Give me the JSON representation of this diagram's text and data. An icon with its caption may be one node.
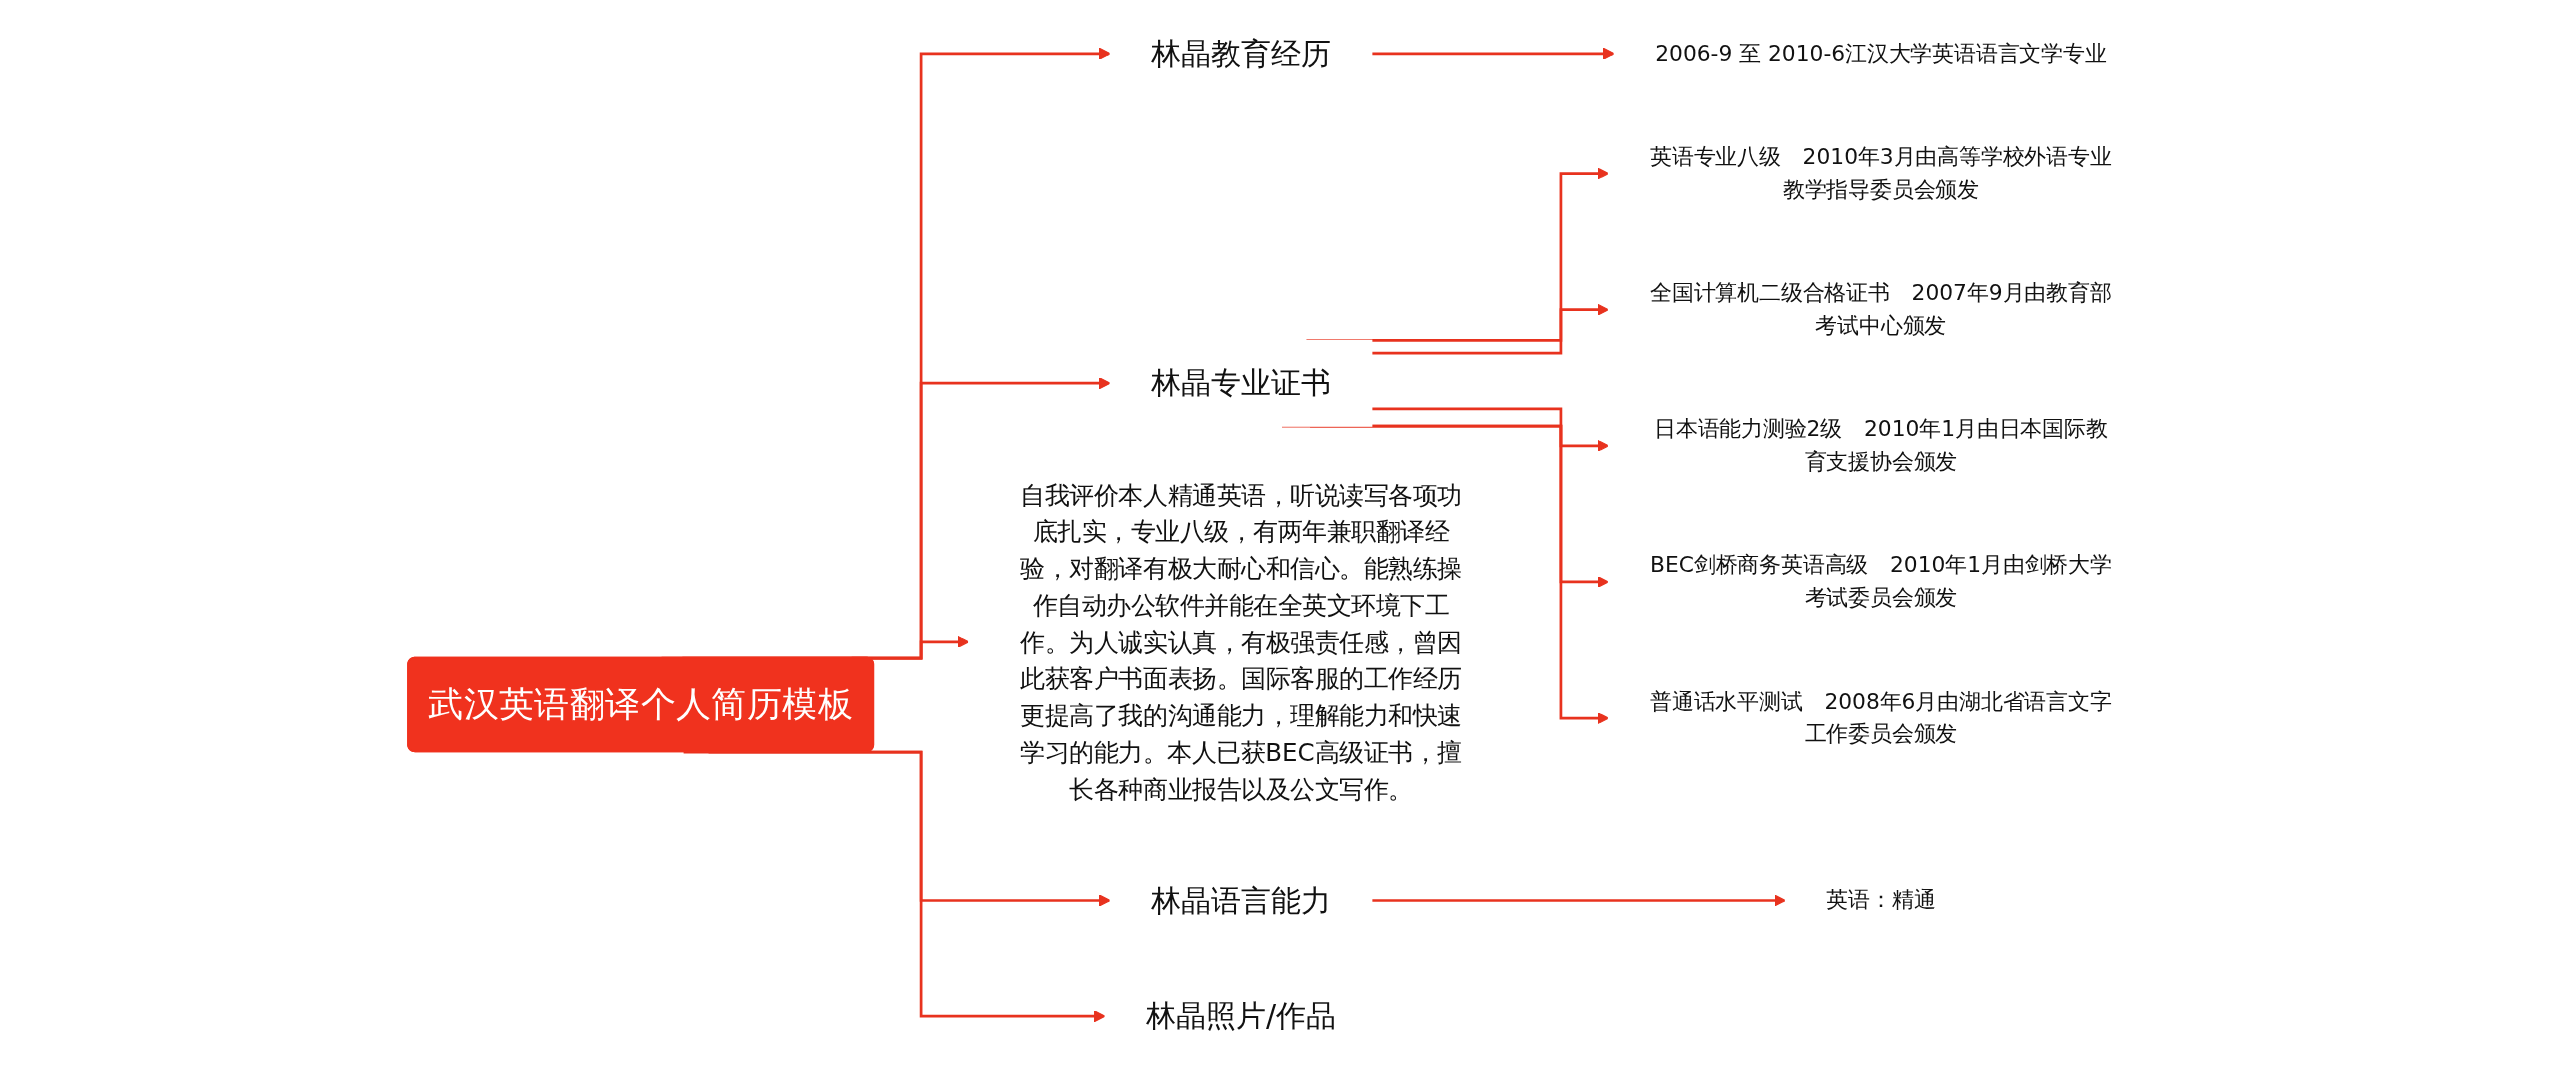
{
  "diagram": {
    "nodes": [
      {
        "text": [
          "武汉英语翻译个人简历模板"
        ]
      },
      {
        "text": [
          "林晶教育经历"
        ]
      },
      {
        "text": [
          "2006-9 至 2010-6江汉大学英语语言文学专业"
        ]
      },
      {
        "text": [
          "林晶专业证书"
        ]
      },
      {
        "text": [
          "英语专业八级　2010年3月由高等学校外语专业教学指导委员会颁发"
        ]
      },
      {
        "text": [
          "全国计算机二级合格证书　2007年9月由教育部考试中心颁发"
        ]
      },
      {
        "text": [
          "日本语能力测验2级　2010年1月由日本国际教育支援协会颁发"
        ]
      },
      {
        "text": [
          "BEC剑桥商务英语高级　2010年1月由剑桥大学考试委员会颁发"
        ]
      },
      {
        "text": [
          "普通话水平测试　2008年6月由湖北省语言文字工作委员会颁发"
        ]
      },
      {
        "text": [
          "自我评价本人精通英语，听说读写各项功底扎实，专业八级，有两年兼职翻译经验，对翻译有极大耐心和信心。能熟练操作自动办公软件并能在全英文环境下工作。为人诚实认真，有极强责任感，曾因此获客户书面表扬。国际客服的工作经历更提高了我的沟通能力，理解能力和快速学习的能力。本人已获BEC高级证书，擅长各种商业报告以及公文写作。"
        ]
      },
      {
        "text": [
          "林晶语言能力"
        ]
      },
      {
        "text": [
          "英语：精通"
        ]
      },
      {
        "text": [
          "林晶照片/作品"
        ]
      }
    ],
    "edges": [
      {
        "from": 0,
        "to": 1,
        "arrow": "to"
      },
      {
        "from": 1,
        "to": 2,
        "arrow": "to"
      },
      {
        "from": 0,
        "to": 3,
        "arrow": "to"
      },
      {
        "from": 3,
        "to": 4,
        "arrow": "to"
      },
      {
        "from": 3,
        "to": 5,
        "arrow": "to"
      },
      {
        "from": 3,
        "to": 6,
        "arrow": "to"
      },
      {
        "from": 3,
        "to": 7,
        "arrow": "to"
      },
      {
        "from": 3,
        "to": 8,
        "arrow": "to"
      },
      {
        "from": 0,
        "to": 9,
        "arrow": "to"
      },
      {
        "from": 0,
        "to": 10,
        "arrow": "to"
      },
      {
        "from": 10,
        "to": 11,
        "arrow": "to"
      },
      {
        "from": 0,
        "to": 12,
        "arrow": "to"
      }
    ]
  }
}
